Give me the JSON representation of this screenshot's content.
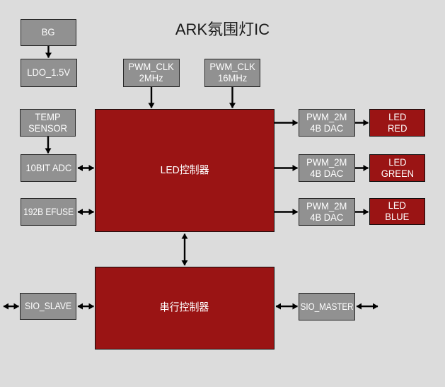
{
  "title": "ARK氛围灯IC",
  "colors": {
    "background": "#dcdcdc",
    "block_gray": "#919191",
    "gray_border": "#262626",
    "block_red": "#9a1414",
    "red_border": "#0d0d0d",
    "text_white": "#ffffff",
    "title_color": "#1a1a1a",
    "arrow": "#000000"
  },
  "blocks": {
    "bg": {
      "label": "BG"
    },
    "ldo": {
      "label": "LDO_1.5V"
    },
    "pwm_clk_2mhz": {
      "label": "PWM_CLK\n2MHz"
    },
    "pwm_clk_16mhz": {
      "label": "PWM_CLK\n16MHz"
    },
    "temp_sensor": {
      "label": "TEMP\nSENSOR"
    },
    "adc": {
      "label": "10BIT ADC"
    },
    "efuse": {
      "label": "192B EFUSE"
    },
    "led_controller": {
      "label": "LED控制器"
    },
    "serial_controller": {
      "label": "串行控制器"
    },
    "dac_red": {
      "label": "PWM_2M\n4B DAC"
    },
    "dac_green": {
      "label": "PWM_2M\n4B DAC"
    },
    "dac_blue": {
      "label": "PWM_2M\n4B DAC"
    },
    "led_red": {
      "label": "LED\nRED"
    },
    "led_green": {
      "label": "LED\nGREEN"
    },
    "led_blue": {
      "label": "LED\nBLUE"
    },
    "sio_slave": {
      "label": "SIO_SLAVE"
    },
    "sio_master": {
      "label": "SIO_MASTER"
    }
  }
}
